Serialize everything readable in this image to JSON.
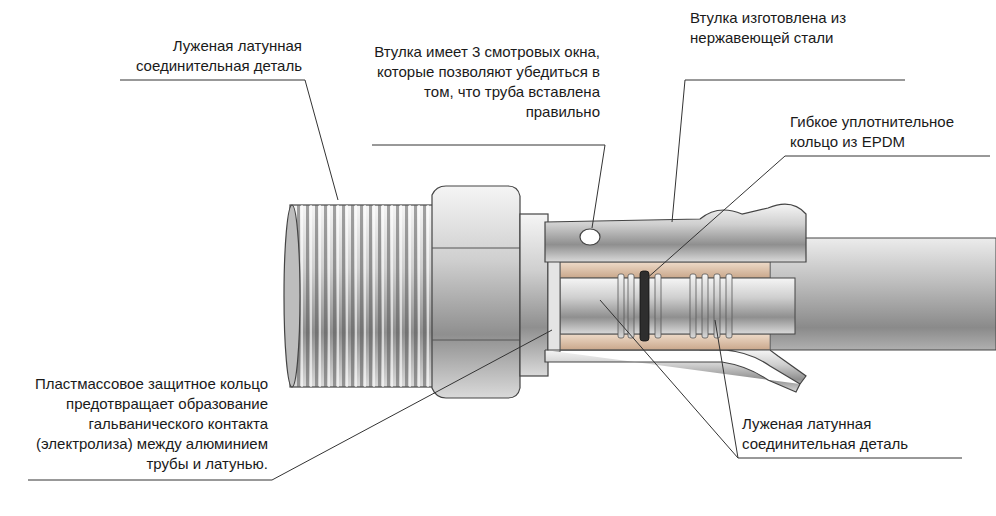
{
  "diagram": {
    "labels": [
      "Луженая латунная соединительная деталь",
      "Втулка имеет 3 смотровых окна, которые позволяют убедиться в том, что труба вставлена правильно",
      "Втулка изготовлена из нержавеющей стали",
      "Гибкое уплотнительное кольцо из EPDM",
      "Пластмассовое защитное кольцо предотвращает образование гальванического контакта (электролиза) между алюминием трубы и латунью.",
      "Луженая латунная соединительная деталь"
    ]
  }
}
